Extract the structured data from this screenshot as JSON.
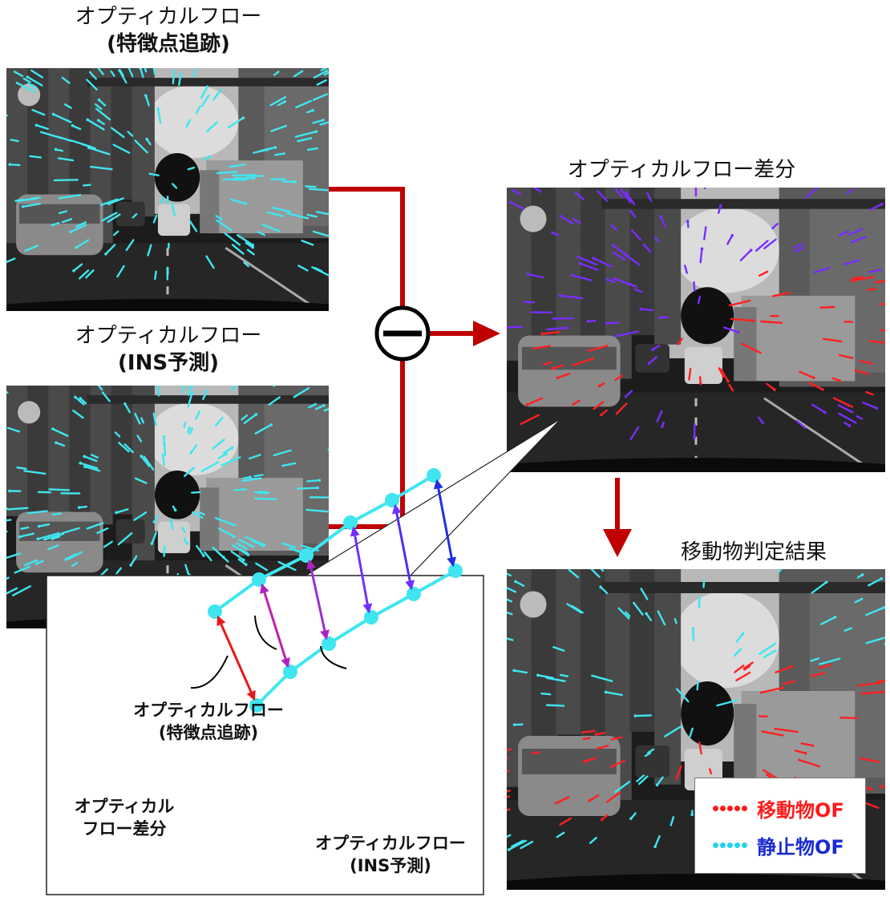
{
  "titles": {
    "of_tracking_line1": "オプティカルフロー",
    "of_tracking_line2": "(特徴点追跡)",
    "of_ins_line1": "オプティカルフロー",
    "of_ins_line2": "(INS予測)",
    "of_diff": "オプティカルフロー差分",
    "result": "移動物判定結果"
  },
  "inset": {
    "tracking_line1": "オプティカルフロー",
    "tracking_line2": "(特徴点追跡)",
    "diff_line1": "オプティカル",
    "diff_line2": "フロー差分",
    "ins_line1": "オプティカルフロー",
    "ins_line2": "(INS予測)"
  },
  "legend": {
    "moving_label": "移動物OF",
    "static_label": "静止物OF",
    "moving_color": "#ff1a1a",
    "static_color": "#22d3ee"
  },
  "operator": "minus",
  "colors": {
    "arrow": "#c00000",
    "flow_cyan": "#3fe6f0",
    "flow_red": "#ff2020",
    "flow_purple": "#7b2cff"
  }
}
